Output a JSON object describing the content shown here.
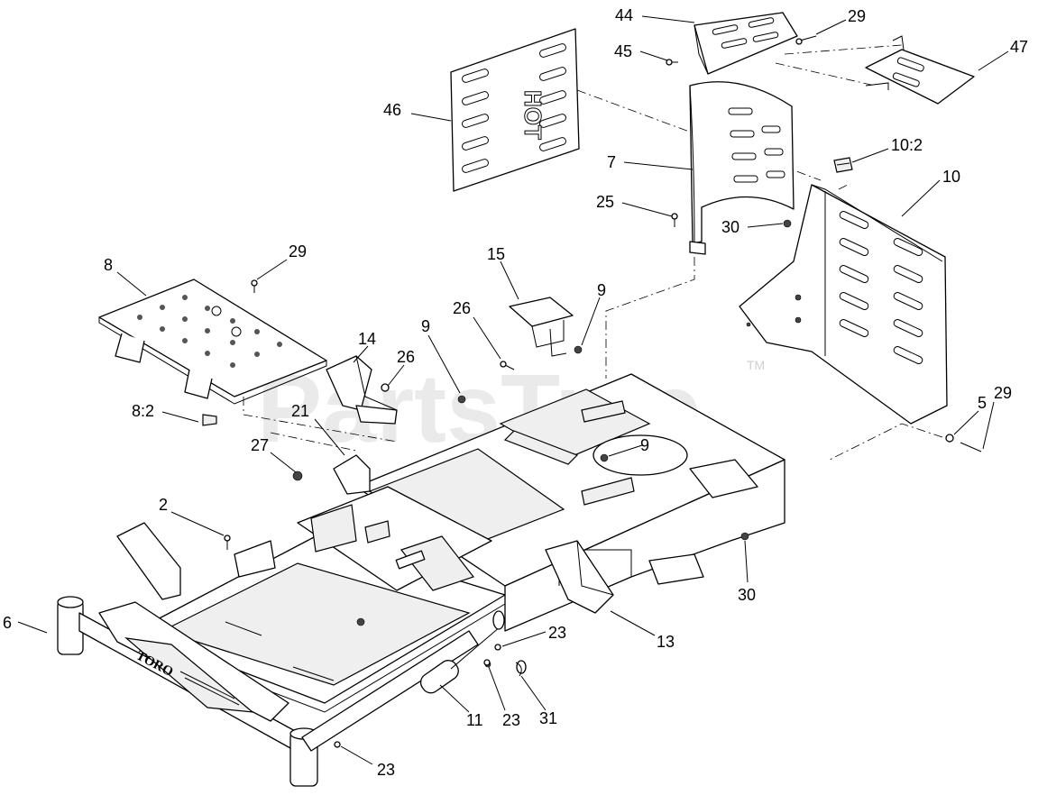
{
  "watermark": {
    "text": "PartsTree",
    "trademark": "TM"
  },
  "decals": {
    "hot_text": "HOT",
    "brand_logo": "TORO"
  },
  "callouts": [
    {
      "id": "c44",
      "label": "44"
    },
    {
      "id": "c29a",
      "label": "29"
    },
    {
      "id": "c45",
      "label": "45"
    },
    {
      "id": "c47",
      "label": "47"
    },
    {
      "id": "c46",
      "label": "46"
    },
    {
      "id": "c7",
      "label": "7"
    },
    {
      "id": "c102",
      "label": "10:2"
    },
    {
      "id": "c10",
      "label": "10"
    },
    {
      "id": "c25",
      "label": "25"
    },
    {
      "id": "c30a",
      "label": "30"
    },
    {
      "id": "c8",
      "label": "8"
    },
    {
      "id": "c29b",
      "label": "29"
    },
    {
      "id": "c15",
      "label": "15"
    },
    {
      "id": "c9a",
      "label": "9"
    },
    {
      "id": "c26a",
      "label": "26"
    },
    {
      "id": "c9b",
      "label": "9"
    },
    {
      "id": "c14",
      "label": "14"
    },
    {
      "id": "c26b",
      "label": "26"
    },
    {
      "id": "c82",
      "label": "8:2"
    },
    {
      "id": "c21",
      "label": "21"
    },
    {
      "id": "c9c",
      "label": "9"
    },
    {
      "id": "c27",
      "label": "27"
    },
    {
      "id": "c5",
      "label": "5"
    },
    {
      "id": "c29c",
      "label": "29"
    },
    {
      "id": "c2",
      "label": "2"
    },
    {
      "id": "c6",
      "label": "6"
    },
    {
      "id": "c30b",
      "label": "30"
    },
    {
      "id": "c13",
      "label": "13"
    },
    {
      "id": "c23a",
      "label": "23"
    },
    {
      "id": "c11",
      "label": "11"
    },
    {
      "id": "c23b",
      "label": "23"
    },
    {
      "id": "c31",
      "label": "31"
    },
    {
      "id": "c23c",
      "label": "23"
    }
  ]
}
